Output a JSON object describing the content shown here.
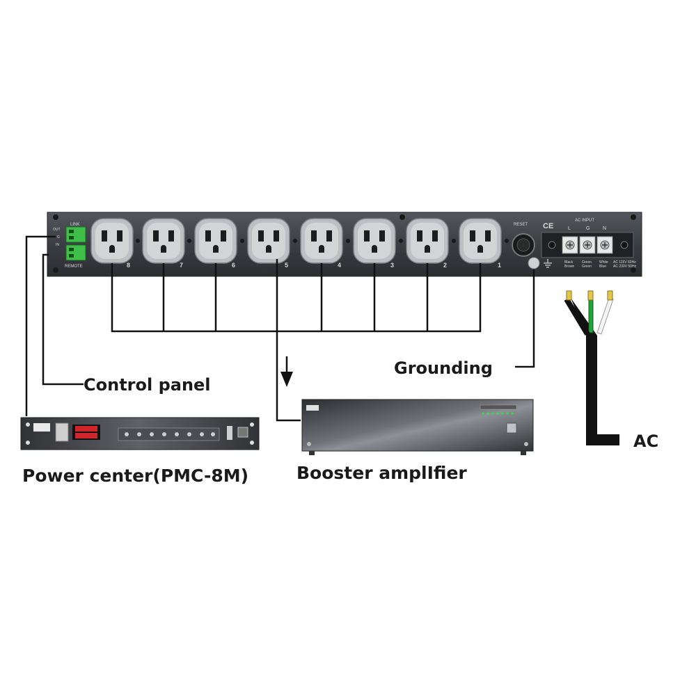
{
  "labels": {
    "control_panel": "Control panel",
    "grounding": "Grounding",
    "ac": "AC",
    "power_center": "Power center(PMC-8M)",
    "booster": "Booster amplIfier"
  },
  "panel": {
    "outlet_numbers": [
      "8",
      "7",
      "6",
      "5",
      "4",
      "3",
      "2",
      "1"
    ],
    "link_label": "LINK",
    "remote_label": "REMOTE",
    "out_label": "OUT",
    "g_label": "G",
    "in_label": "IN",
    "reset_label": "RESET",
    "ce_mark": "CE",
    "ac_input_label": "AC INPUT",
    "terminal_letters": [
      "L",
      "G",
      "N"
    ],
    "wire_colors": [
      [
        "Black",
        "Brown"
      ],
      [
        "Green",
        "Green"
      ],
      [
        "White",
        "Blue"
      ]
    ],
    "voltage_lines": [
      "AC 115V 60Hz",
      "AC 230V 50Hz"
    ]
  },
  "colors": {
    "panel": "#3a3d42",
    "wire": "#111111",
    "terminal_green": "#3fbf4a",
    "ac_green": "#1fa33a"
  }
}
